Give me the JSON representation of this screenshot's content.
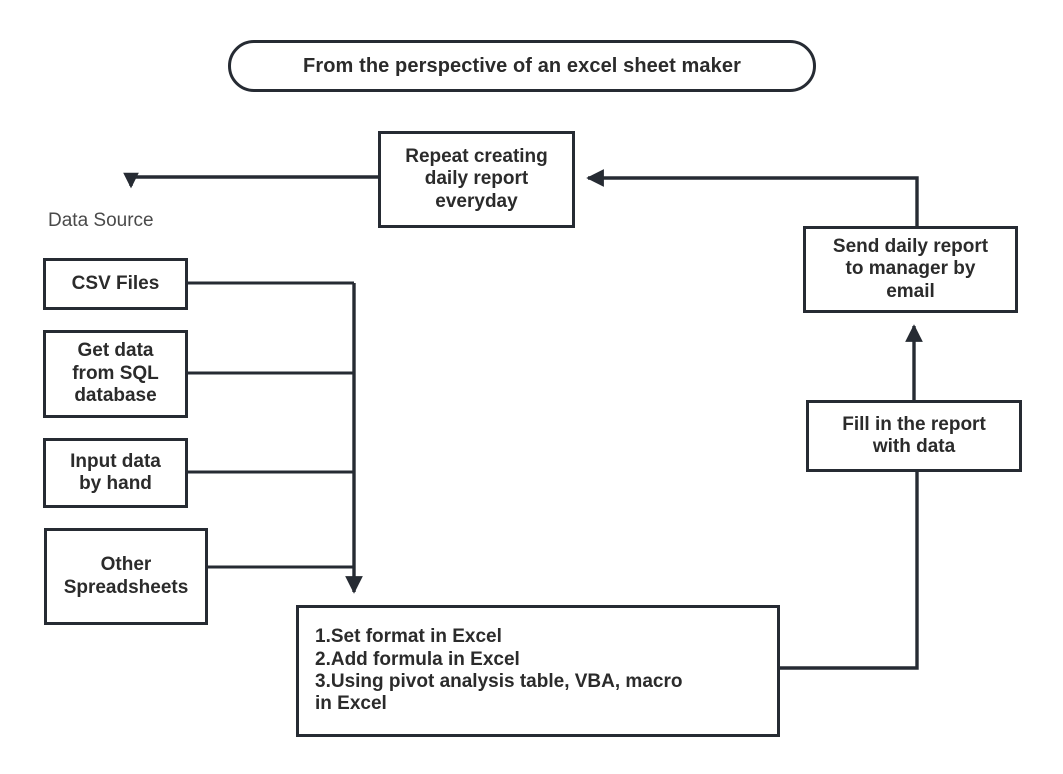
{
  "diagram": {
    "title": "From the perspective of an excel sheet maker",
    "data_source_label": "Data Source",
    "colors": {
      "stroke": "#262b33",
      "text": "#2b2b2b",
      "muted_text": "#4a4a4a",
      "background": "#ffffff"
    },
    "nodes": {
      "repeat": "Repeat creating\ndaily report\neveryday",
      "csv_files": "CSV Files",
      "sql_database": "Get data\nfrom SQL\ndatabase",
      "input_by_hand": "Input data\nby hand",
      "other_spreadsheets": "Other\nSpreadsheets",
      "excel_steps": "1.Set format in Excel\n2.Add formula in Excel\n3.Using pivot analysis table, VBA, macro\n in Excel",
      "send_report": "Send daily report\nto manager by\nemail",
      "fill_report": "Fill in the report\nwith data"
    },
    "edges": [
      {
        "name": "repeat-to-data-source",
        "from": "repeat",
        "to": "data-source-label",
        "arrow": "down"
      },
      {
        "name": "csv-to-bus",
        "from": "csv_files",
        "to": "bus",
        "arrow": "none"
      },
      {
        "name": "sql-to-bus",
        "from": "sql_database",
        "to": "bus",
        "arrow": "none"
      },
      {
        "name": "input-to-bus",
        "from": "input_by_hand",
        "to": "bus",
        "arrow": "none"
      },
      {
        "name": "other-to-bus",
        "from": "other_spreadsheets",
        "to": "bus",
        "arrow": "none"
      },
      {
        "name": "bus-to-excel-steps",
        "from": "bus",
        "to": "excel_steps",
        "arrow": "down"
      },
      {
        "name": "excel-steps-to-fill-report",
        "from": "excel_steps",
        "to": "fill_report",
        "arrow": "up"
      },
      {
        "name": "fill-report-to-send-report",
        "from": "fill_report",
        "to": "send_report",
        "arrow": "up"
      },
      {
        "name": "send-report-to-repeat",
        "from": "send_report",
        "to": "repeat",
        "arrow": "left"
      }
    ]
  }
}
